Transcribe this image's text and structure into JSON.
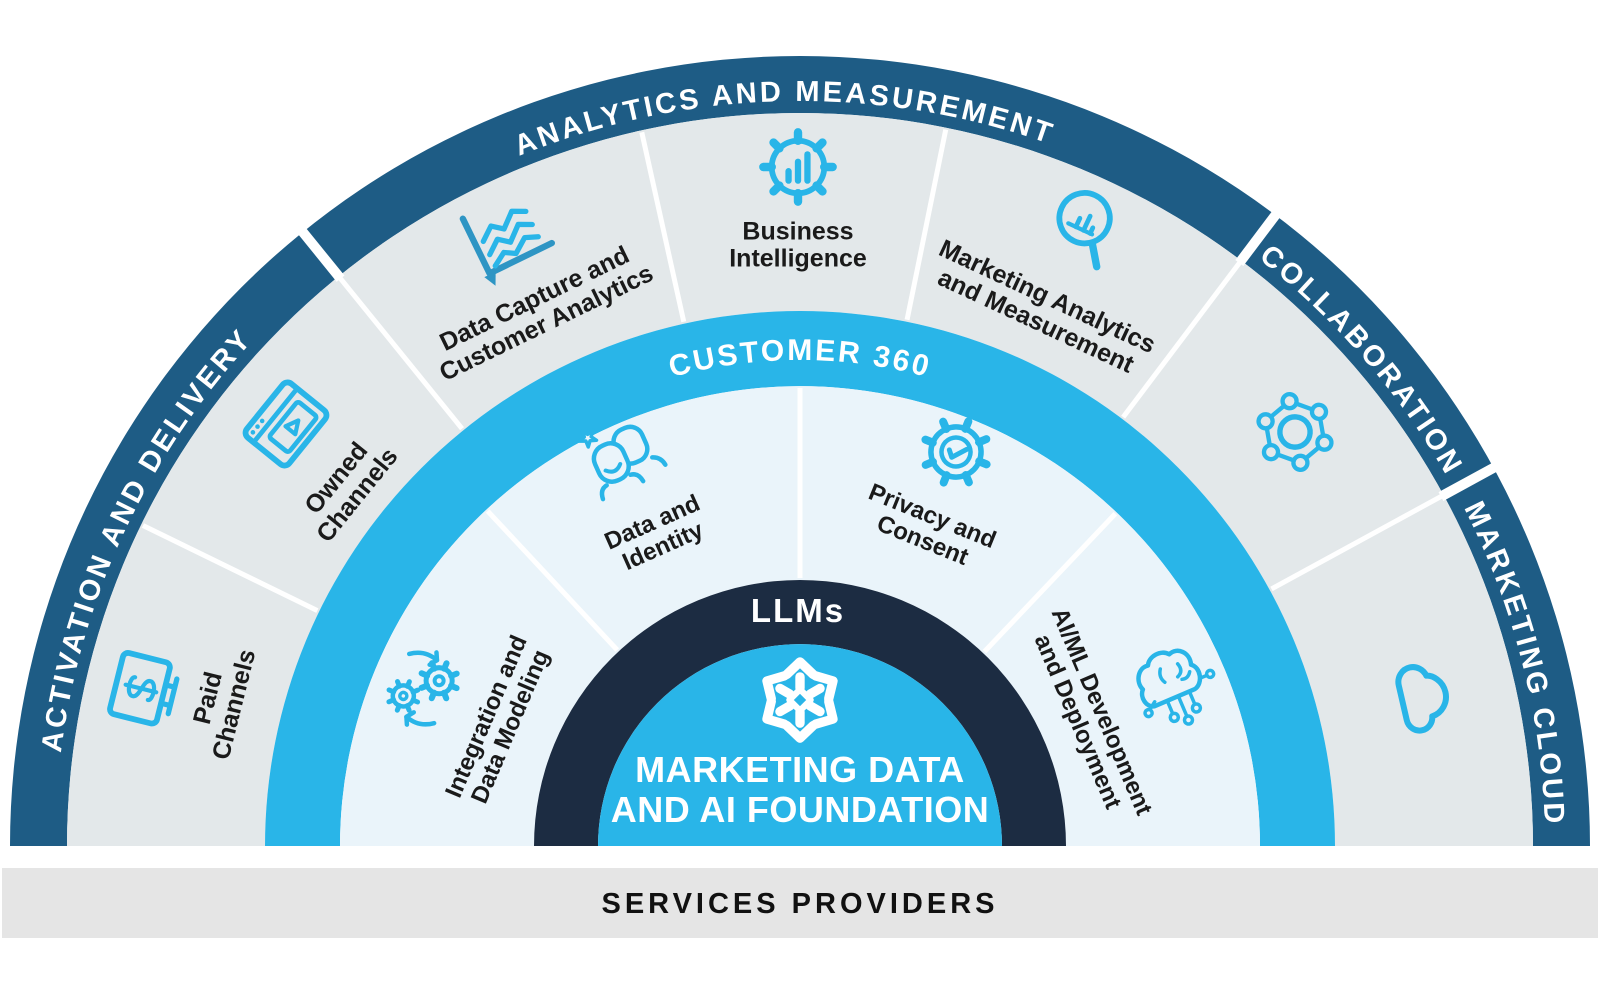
{
  "colors": {
    "dark_blue": "#1E5C85",
    "bright_blue": "#29B5E8",
    "navy": "#1C2C42",
    "ring_gray": "#E3E8EA",
    "pale_blue": "#EAF4FA",
    "bar_gray": "#E5E5E5",
    "icon_blue": "#29B5E8",
    "icon_blue_dark": "#2E95C4",
    "text_dark": "#1A1A1A",
    "white": "#FFFFFF"
  },
  "diagram": {
    "outer_arcs": [
      {
        "id": "activation-and-delivery",
        "label": "ACTIVATION AND DELIVERY"
      },
      {
        "id": "analytics-and-measurement",
        "label": "ANALYTICS AND MEASUREMENT"
      },
      {
        "id": "collaboration",
        "label": "COLLABORATION"
      },
      {
        "id": "marketing-cloud",
        "label": "MARKETING CLOUD"
      }
    ],
    "middle_ring_segments": [
      {
        "id": "paid-channels",
        "lines": [
          "Paid",
          "Channels"
        ],
        "icon": "dollar-screen-icon"
      },
      {
        "id": "owned-channels",
        "lines": [
          "Owned",
          "Channels"
        ],
        "icon": "browser-video-icon"
      },
      {
        "id": "data-capture",
        "lines": [
          "Data Capture and",
          "Customer Analytics"
        ],
        "icon": "line-chart-icon"
      },
      {
        "id": "business-intelligence",
        "lines": [
          "Business",
          "Intelligence"
        ],
        "icon": "gear-bar-chart-icon"
      },
      {
        "id": "marketing-analytics",
        "lines": [
          "Marketing Analytics",
          "and Measurement"
        ],
        "icon": "magnifier-bar-chart-icon"
      },
      {
        "id": "collaboration-segment",
        "lines": [],
        "icon": "network-nodes-icon"
      },
      {
        "id": "marketing-cloud-segment",
        "lines": [],
        "icon": "cloud-icon"
      }
    ],
    "customer_360_label": "CUSTOMER 360",
    "inner_ring_segments": [
      {
        "id": "integration-data-modeling",
        "lines": [
          "Integration and",
          "Data Modeling"
        ],
        "icon": "sync-gears-icon"
      },
      {
        "id": "data-and-identity",
        "lines": [
          "Data and",
          "Identity"
        ],
        "icon": "people-star-icon"
      },
      {
        "id": "privacy-and-consent",
        "lines": [
          "Privacy and",
          "Consent"
        ],
        "icon": "gear-check-icon"
      },
      {
        "id": "ai-ml-development",
        "lines": [
          "AI/ML Development",
          "and Deployment"
        ],
        "icon": "brain-circuit-icon"
      }
    ],
    "llms_label": "LLMs",
    "center": {
      "logo": "snowflake-logo",
      "line1": "MARKETING DATA",
      "line2": "AND AI FOUNDATION"
    },
    "services_bar_label": "SERVICES PROVIDERS"
  }
}
